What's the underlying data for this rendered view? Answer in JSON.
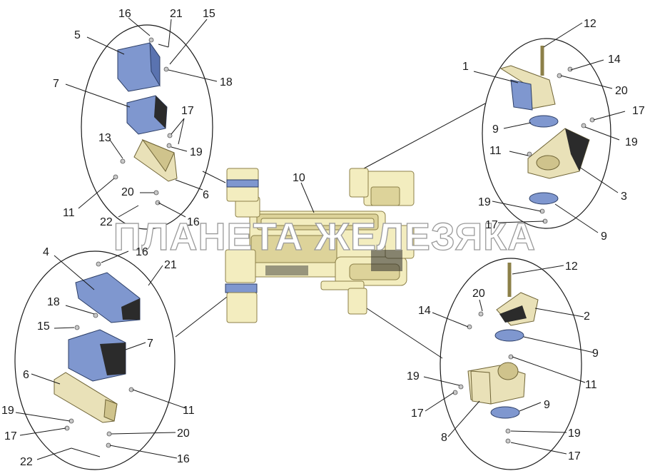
{
  "diagram": {
    "callouts": {
      "tl": [
        "16",
        "21",
        "15",
        "5",
        "18",
        "7",
        "17",
        "13",
        "19",
        "11",
        "20",
        "6",
        "16",
        "22"
      ],
      "tr": [
        "12",
        "1",
        "14",
        "20",
        "9",
        "17",
        "19",
        "11",
        "3",
        "19",
        "17",
        "9"
      ],
      "c": [
        "10"
      ],
      "bl": [
        "4",
        "16",
        "21",
        "18",
        "15",
        "7",
        "6",
        "11",
        "19",
        "17",
        "20",
        "16",
        "22"
      ],
      "br": [
        "12",
        "20",
        "14",
        "2",
        "9",
        "11",
        "19",
        "17",
        "9",
        "8",
        "19",
        "17"
      ]
    },
    "watermark": "ПЛАНЕТА ЖЕЛЕЗЯКА"
  }
}
